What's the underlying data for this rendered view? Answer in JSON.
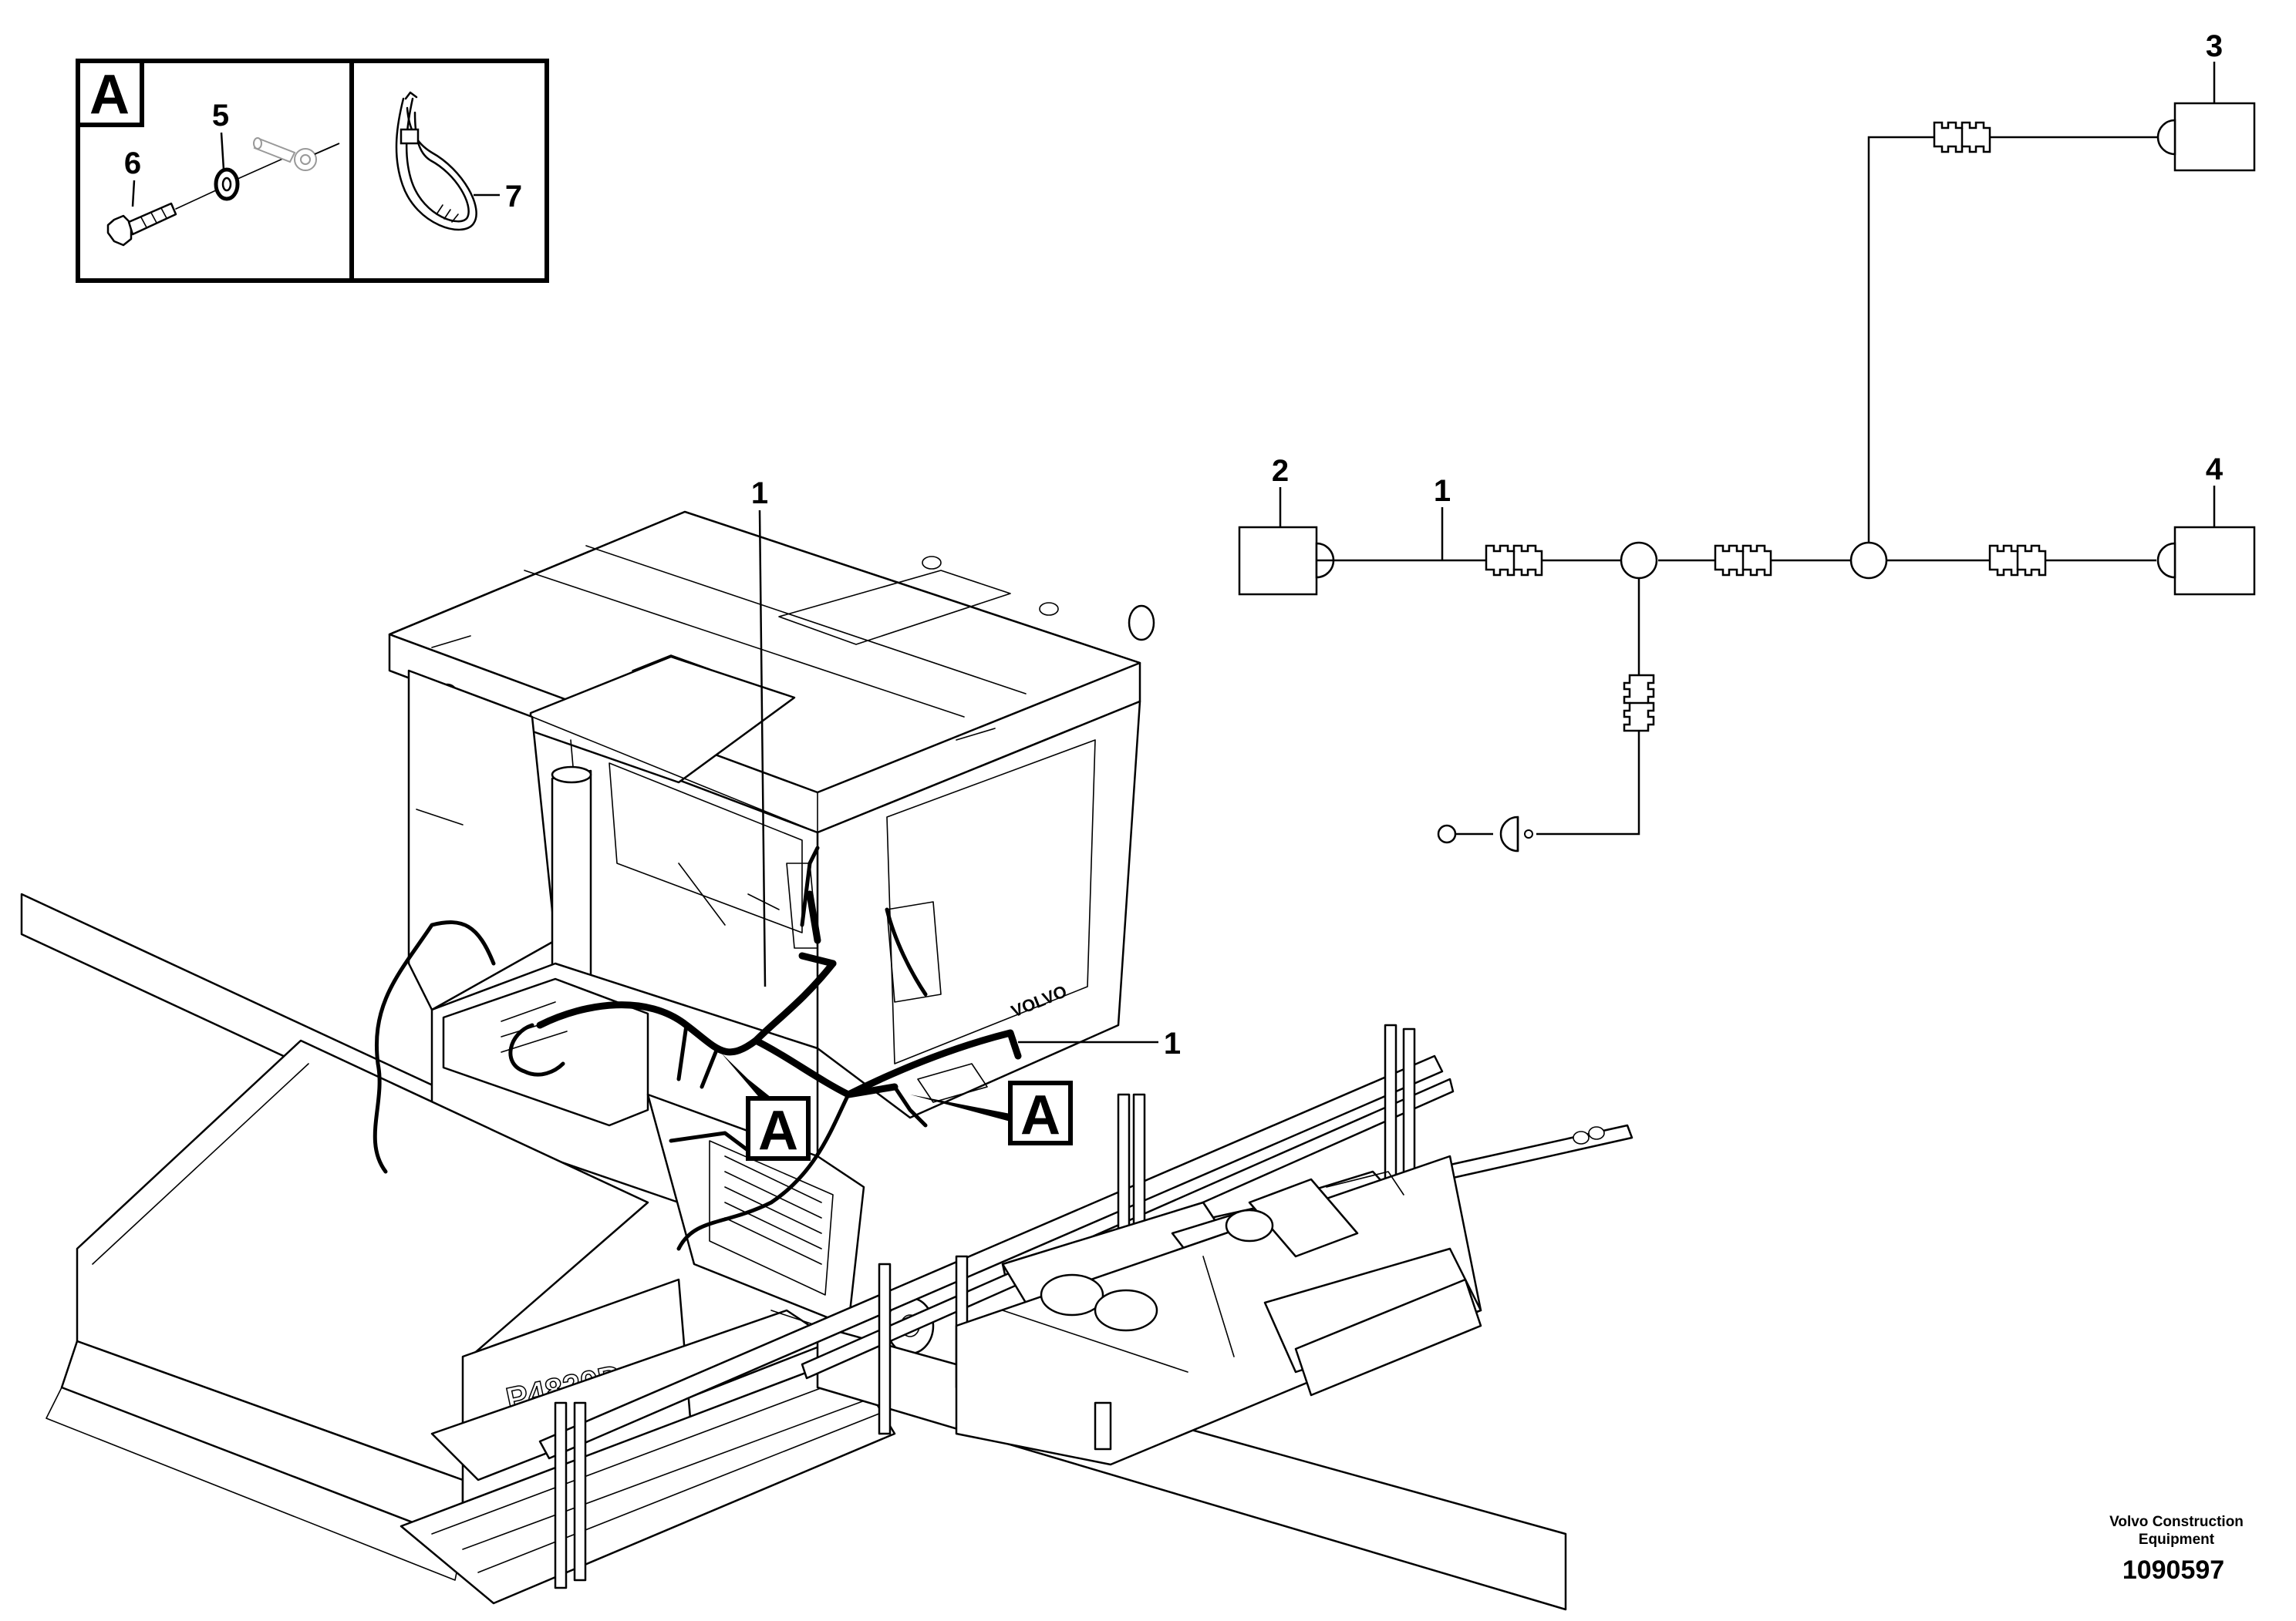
{
  "detail_box": {
    "letter": "A",
    "callouts": [
      "6",
      "5",
      "7"
    ]
  },
  "schematic": {
    "callouts": [
      "3",
      "2",
      "1",
      "4"
    ]
  },
  "machine": {
    "callouts": [
      "1",
      "1"
    ],
    "detail_refs": [
      "A",
      "A"
    ],
    "side_lettering": "P4820D",
    "cab_lettering": "VOLVO"
  },
  "footer": {
    "company_line1": "Volvo Construction",
    "company_line2": "Equipment",
    "drawing_number": "1090597"
  }
}
